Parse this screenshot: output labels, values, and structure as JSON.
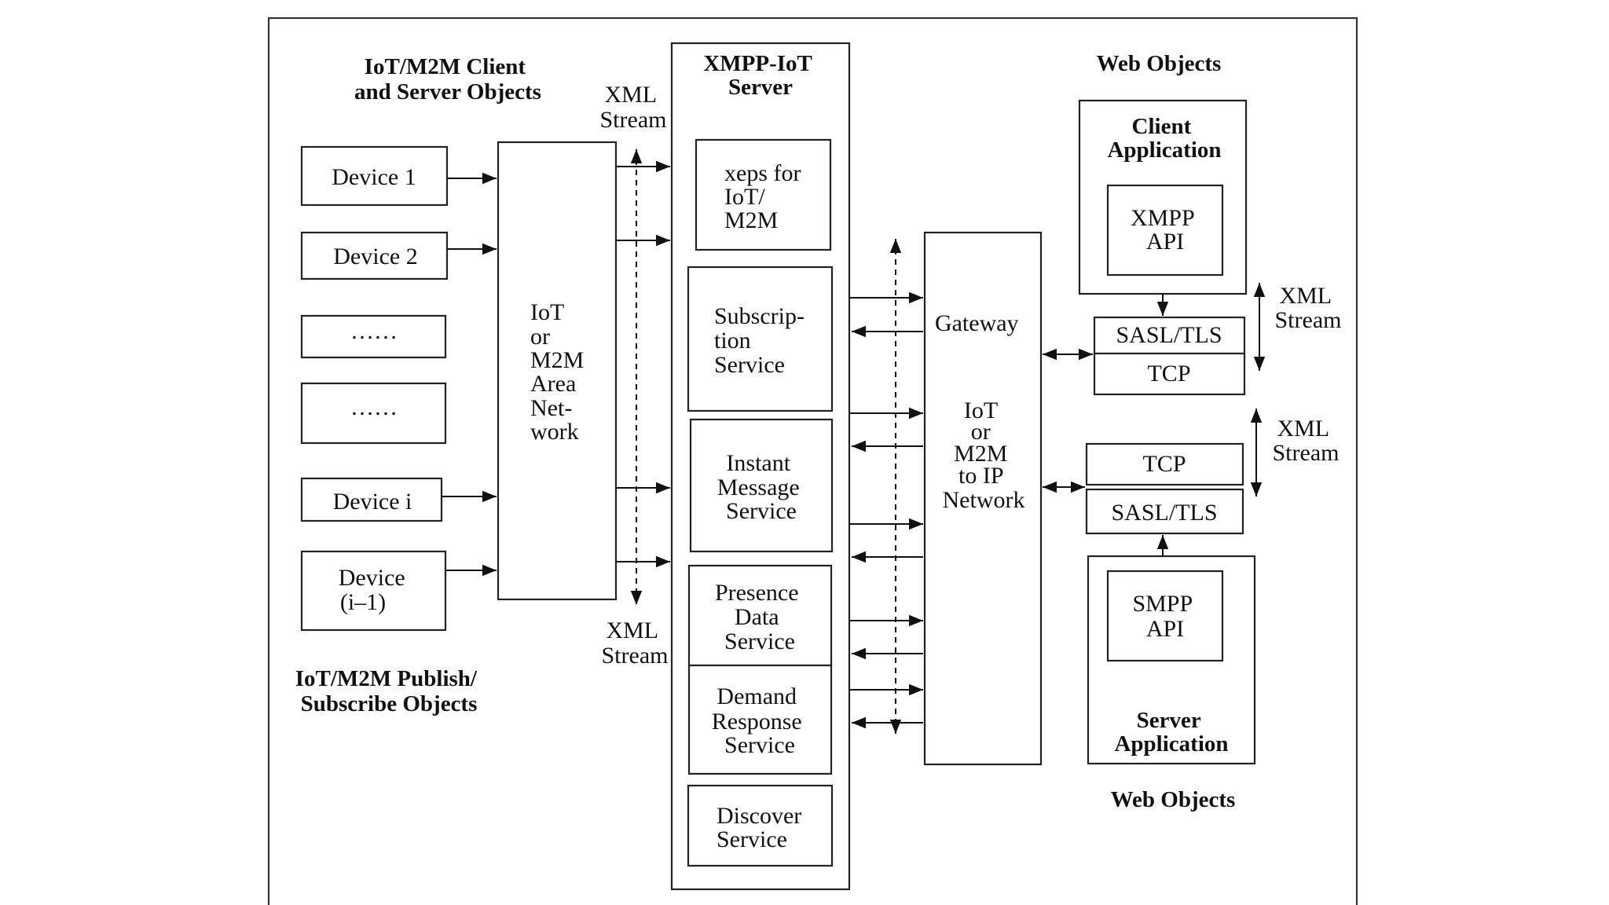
{
  "headings": {
    "client_server_objects": [
      "IoT/M2M Client",
      "and Server Objects"
    ],
    "publish_subscribe_objects": [
      "IoT/M2M Publish/",
      "Subscribe Objects"
    ],
    "web_objects_top": "Web Objects",
    "web_objects_bottom": "Web Objects"
  },
  "devices": [
    [
      "Device 1"
    ],
    [
      "Device 2"
    ],
    [
      "……"
    ],
    [
      "……"
    ],
    [
      "Device i"
    ],
    [
      "Device",
      "(i–1)"
    ]
  ],
  "area_network": [
    "IoT",
    "or",
    "M2M",
    "Area",
    "Net-",
    "work"
  ],
  "xml_stream_labels": {
    "left_top": [
      "XML",
      "Stream"
    ],
    "left_bottom": [
      "XML",
      "Stream"
    ],
    "right_top": [
      "XML",
      "Stream"
    ],
    "right_bottom": [
      "XML",
      "Stream"
    ]
  },
  "server": {
    "title": [
      "XMPP-IoT",
      "Server"
    ],
    "services": [
      [
        "xeps for",
        "IoT/",
        "M2M"
      ],
      [
        "Subscrip-",
        "tion",
        "Service"
      ],
      [
        "Instant",
        "Message",
        "Service"
      ],
      [
        "Presence",
        "Data",
        "Service"
      ],
      [
        "Demand",
        "Response",
        "Service"
      ],
      [
        "Discover",
        "Service"
      ]
    ]
  },
  "gateway": [
    "Gateway",
    "",
    "IoT",
    "or",
    "M2M",
    "to IP",
    "Network"
  ],
  "client_application": {
    "title": [
      "Client",
      "Application"
    ],
    "api": [
      "XMPP",
      "API"
    ],
    "stack": [
      "SASL/TLS",
      "TCP"
    ]
  },
  "server_application": {
    "title": [
      "Server",
      "Application"
    ],
    "api": [
      "SMPP",
      "API"
    ],
    "stack": [
      "TCP",
      "SASL/TLS"
    ]
  }
}
